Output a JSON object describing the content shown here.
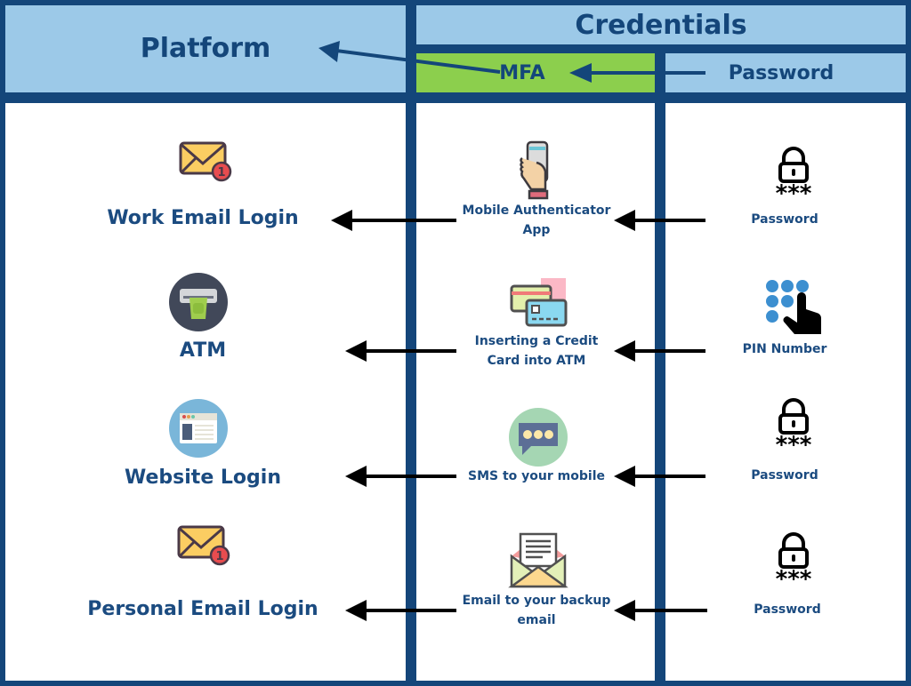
{
  "header": {
    "platform": "Platform",
    "credentials": "Credentials",
    "mfa": "MFA",
    "password": "Password"
  },
  "colors": {
    "frame": "#14467a",
    "header_bg": "#9cc9e8",
    "mfa_bg": "#8ccf4d",
    "text": "#1b4b80",
    "arrow": "#000000"
  },
  "rows": [
    {
      "platform": "Work Email Login",
      "platform_icon": "envelope-notification-icon",
      "mfa": [
        "Mobile Authenticator",
        "App"
      ],
      "mfa_icon": "phone-in-hand-icon",
      "credential": "Password",
      "credential_icon": "lock-password-icon"
    },
    {
      "platform": "ATM",
      "platform_icon": "atm-cash-icon",
      "mfa": [
        "Inserting a Credit",
        "Card into ATM"
      ],
      "mfa_icon": "credit-cards-icon",
      "credential": "PIN Number",
      "credential_icon": "keypad-touch-icon"
    },
    {
      "platform": "Website Login",
      "platform_icon": "browser-window-icon",
      "mfa": [
        "SMS to your mobile"
      ],
      "mfa_icon": "chat-bubble-icon",
      "credential": "Password",
      "credential_icon": "lock-password-icon"
    },
    {
      "platform": "Personal Email Login",
      "platform_icon": "envelope-notification-icon",
      "mfa": [
        "Email to your backup",
        "email"
      ],
      "mfa_icon": "open-envelope-letter-icon",
      "credential": "Password",
      "credential_icon": "lock-password-icon"
    }
  ],
  "badge": "1"
}
